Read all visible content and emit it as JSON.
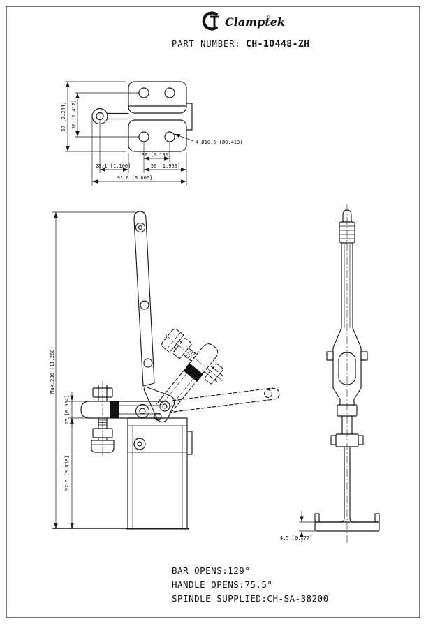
{
  "colors": {
    "line": "#1a1a1a",
    "background": "#ffffff"
  },
  "header": {
    "brand_mark_icon": "clamptek-ct-monogram",
    "brand_name": "Clamptek",
    "registered": "®",
    "part_number_label": "PART NUMBER:",
    "part_number_value": "CH-10448-ZH"
  },
  "top_view": {
    "dim_height_total": "57 [2.244]",
    "dim_hole_row_spacing": "36 [1.417]",
    "dim_holes_callout": "4-Ø10.5 [Ø0.413]",
    "dim_hole_spacing": "30 [1.181]",
    "dim_plate_width": "50 [1.969]",
    "dim_eye_to_plate": "28.1 [1.106]",
    "dim_total_width": "91.6 [3.606]"
  },
  "front_view": {
    "dim_max_height": "Max.286 [11.260]",
    "dim_bar_section": "25 [0.984]",
    "dim_base_height": "97.5 [3.838]"
  },
  "side_view": {
    "dim_flange_thickness": "4.5 [0.177]"
  },
  "notes": [
    "BAR OPENS:129°",
    "HANDLE OPENS:75.5°",
    "SPINDLE SUPPLIED:CH-SA-38200"
  ]
}
